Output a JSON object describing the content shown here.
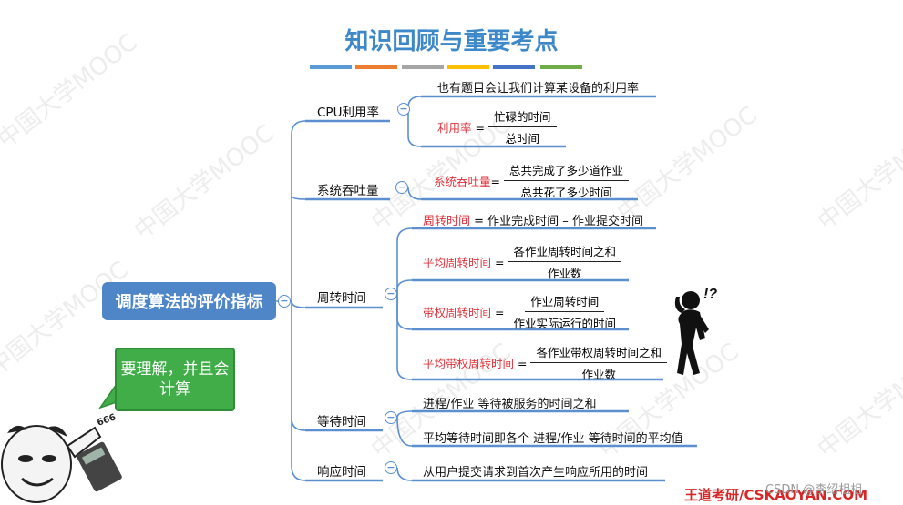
{
  "title": "知识回顾与重要考点",
  "colors": {
    "accent": "#3d88c9",
    "branch_line": "#5b8fcf",
    "root_fill": "#4e86c8",
    "highlight_red": "#e0303a",
    "bubble_green": "#40ad48",
    "color_strip": [
      "#5b9bd5",
      "#ed7d31",
      "#a5a5a5",
      "#ffc000",
      "#4472c4",
      "#70ad47"
    ]
  },
  "watermark": "中国大学MOOC",
  "root": "调度算法的评价指标",
  "branches": {
    "cpu": {
      "label": "CPU利用率",
      "leaf1": "也有题目会让我们计算某设备的利用率",
      "formula": {
        "label": "利用率",
        "eq": "=",
        "num": "忙碌的时间",
        "den": "总时间"
      }
    },
    "throughput": {
      "label": "系统吞吐量",
      "formula": {
        "label": "系统吞吐量",
        "eq": "=",
        "num": "总共完成了多少道作业",
        "den": "总共花了多少时间"
      }
    },
    "turnaround": {
      "label": "周转时间",
      "leaf1": {
        "term": "周转时间",
        "rest": " = 作业完成时间 – 作业提交时间"
      },
      "f_avg": {
        "label": "平均周转时间",
        "eq": "=",
        "num": "各作业周转时间之和",
        "den": "作业数"
      },
      "f_weighted": {
        "label": "带权周转时间",
        "eq": "=",
        "num": "作业周转时间",
        "den": "作业实际运行的时间"
      },
      "f_avg_weighted": {
        "label": "平均带权周转时间",
        "eq": "=",
        "num": "各作业带权周转时间之和",
        "den": "作业数"
      }
    },
    "waiting": {
      "label": "等待时间",
      "leaf1": "进程/作业 等待被服务的时间之和",
      "leaf2": "平均等待时间即各个 进程/作业 等待时间的平均值"
    },
    "response": {
      "label": "响应时间",
      "leaf1": "从用户提交请求到首次产生响应所用的时间"
    }
  },
  "bubble": "要理解，并且会计算",
  "figure_mark": "!?",
  "sticker_text": "666",
  "footer": {
    "brand": "王道考研/CSKAOYAN.COM",
    "csdn": "CSDN @李绍柤柤"
  }
}
